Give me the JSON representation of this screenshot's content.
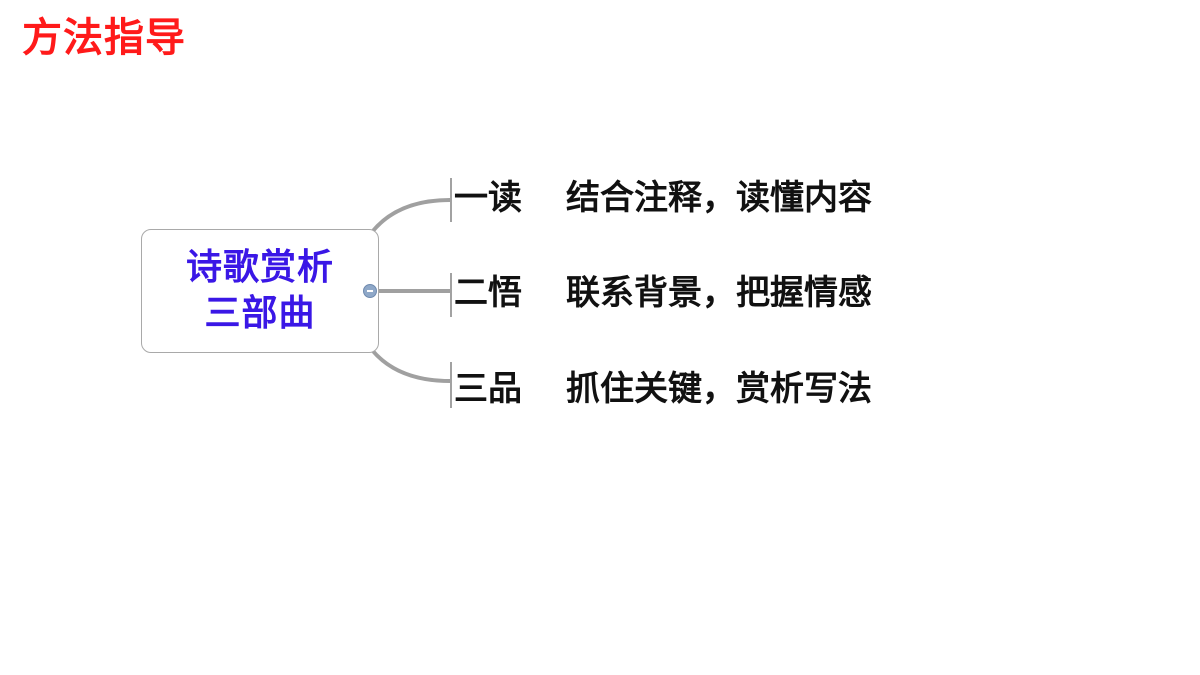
{
  "title": "方法指导",
  "central_topic": {
    "line1": "诗歌赏析",
    "line2": "三部曲"
  },
  "branches": [
    {
      "step": "一读",
      "text": "结合注释，读懂内容"
    },
    {
      "step": "二悟",
      "text": "联系背景，把握情感"
    },
    {
      "step": "三品",
      "text": "抓住关键，赏析写法"
    }
  ],
  "colors": {
    "title": "#ff1a1a",
    "central_text": "#3a17e6",
    "branch_text": "#111111",
    "connector": "#a0a0a0"
  }
}
